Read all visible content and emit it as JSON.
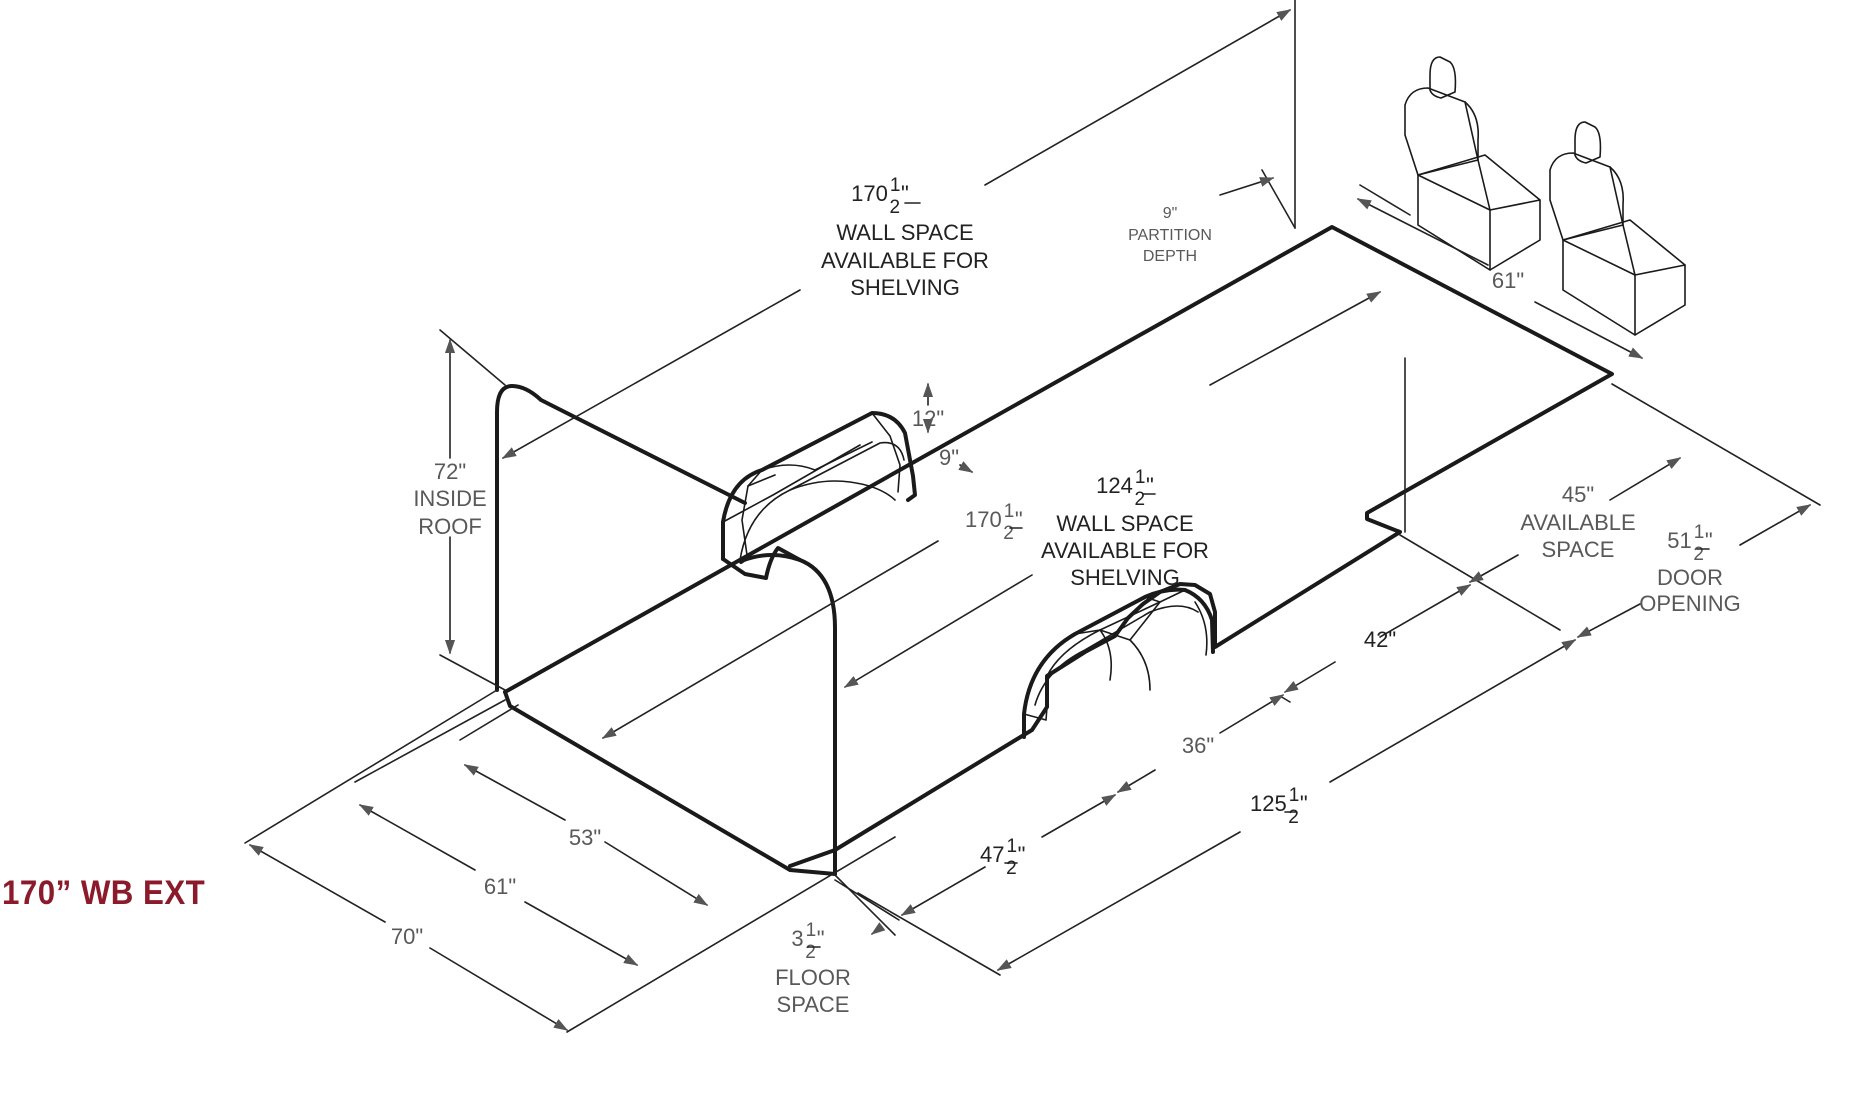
{
  "title": "170” WB EXT",
  "colors": {
    "title": "#8b1a2b",
    "outline": "#1a1a1a",
    "label": "#595959"
  },
  "labels": {
    "wall_top_length": "170",
    "wall_top_l1": "WALL SPACE",
    "wall_top_l2": "AVAILABLE FOR",
    "wall_top_l3": "SHELVING",
    "partition_value": "9\"",
    "partition_l1": "PARTITION",
    "partition_l2": "DEPTH",
    "seats_width": "61\"",
    "roof_value": "72\"",
    "roof_l1": "INSIDE",
    "roof_l2": "ROOF",
    "wheelwell_height": "12\"",
    "wheelwell_depth": "9\"",
    "wall_mid_length": "170",
    "wall_right_length": "124",
    "wall_right_l1": "WALL SPACE",
    "wall_right_l2": "AVAILABLE FOR",
    "wall_right_l3": "SHELVING",
    "available_value": "45\"",
    "available_l1": "AVAILABLE",
    "available_l2": "SPACE",
    "door_value": "51",
    "door_l1": "DOOR",
    "door_l2": "OPENING",
    "d42": "42\"",
    "d36": "36\"",
    "d125": "125",
    "d47": "47",
    "d53": "53\"",
    "d61": "61\"",
    "d70": "70\"",
    "floor_value": "3",
    "floor_l1": "FLOOR",
    "floor_l2": "SPACE",
    "frac_num": "1",
    "frac_den": "2",
    "inch": "\""
  }
}
